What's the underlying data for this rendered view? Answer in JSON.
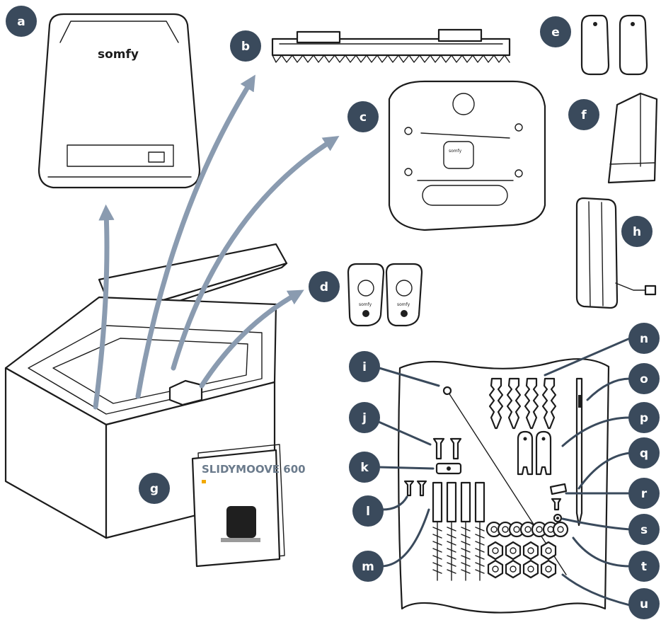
{
  "colors": {
    "badge": "#3a4a5c",
    "arrow": "#8a9bb0",
    "outline": "#1c1c1c",
    "manual_accent": "#f2a900",
    "manual_title": "#6b7b8c"
  },
  "brand": {
    "motor_logo": "somfy",
    "remote_logo": "somfy",
    "template_logo": "somfy"
  },
  "manual": {
    "title": "SLIDYMOOVE 600"
  },
  "labels": {
    "a": "a",
    "b": "b",
    "c": "c",
    "d": "d",
    "e": "e",
    "f": "f",
    "g": "g",
    "h": "h",
    "i": "i",
    "j": "j",
    "k": "k",
    "l": "l",
    "m": "m",
    "n": "n",
    "o": "o",
    "p": "p",
    "q": "q",
    "r": "r",
    "s": "s",
    "t": "t",
    "u": "u"
  }
}
